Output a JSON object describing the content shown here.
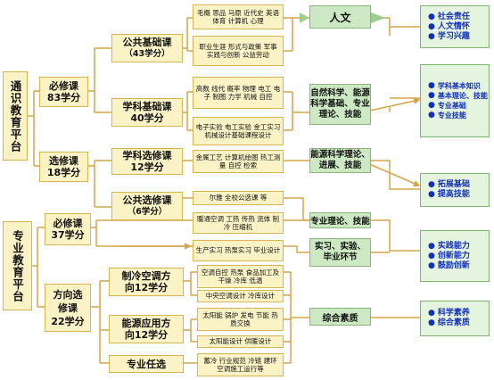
{
  "platforms": {
    "general": "通识教育平台",
    "professional": "专业教育平台"
  },
  "categories": {
    "required": [
      "必修课",
      "83学分"
    ],
    "elective": [
      "选修课",
      "18学分"
    ],
    "prof_required": [
      "必修课",
      "37学分"
    ],
    "direction": [
      "方向选",
      "修课",
      "22学分"
    ]
  },
  "groups": {
    "public_basic": [
      "公共基础课",
      "（43学分）"
    ],
    "subject_basic": [
      "学科基础课",
      "40学分"
    ],
    "subject_elective": [
      "学科选修课",
      "12学分"
    ],
    "public_elective": [
      "公共选修课",
      "（6学分）"
    ],
    "hvac": [
      "制冷空调方",
      "向12学分"
    ],
    "energy": [
      "能源应用方",
      "向12学分"
    ],
    "optional": "专业任选"
  },
  "courses": {
    "c1": "毛概 思品 马原 近代史 英语 体育 计算机 心理",
    "c2": "职业生涯 形式与政策 军事 实践与创新 公益劳动",
    "c3": "高数 线代 概率 物理 电工 电子 制图 力学 机械 自控",
    "c4": "电子实验 电工实验 金工实习 机械设计基础课程设计",
    "c5": "金属工艺 计算机绘图 热工测量 自控 检索",
    "c6": "尔雅 全校公选课 等",
    "c7": "暖通空调 工热 传热 流体 制冷 压缩机",
    "c8": "生产实习 热泵实习 毕业设计",
    "c9": "空调自控 热泵 食品加工及干燥 冷库 低温",
    "c10": "中央空调设计 冷库设计",
    "c11": "太阳能 锅炉 发电 节能 热质交换",
    "c12": "太阳能设计 供暖设计",
    "c13": "蓄冷 行业规范 冷链 建环 空调施工运行等"
  },
  "abilities": {
    "humanities": "人文",
    "sci": [
      "自然科学、能源",
      "科学基础、专业",
      "理论、技能"
    ],
    "energy_sci": [
      "能源科学理论、",
      "进展、技能"
    ],
    "prof_theory": "专业理论、技能",
    "practice": [
      "实习、实验、",
      "毕业环节"
    ],
    "quality": "综合素质"
  },
  "outcomes": {
    "o1": [
      "社会责任",
      "人文情怀",
      "学习兴趣"
    ],
    "o2": [
      "学科基本知识",
      "基本理论、技能",
      "专业基础",
      "专业技能"
    ],
    "o3": [
      "拓展基础",
      "提高技能"
    ],
    "o4": [
      "实践能力",
      "创新能力",
      "鼓励创新"
    ],
    "o5": [
      "科学素养",
      "综合素质"
    ]
  },
  "colors": {
    "line": "#d4a64a",
    "arrow": "#9ccf8e",
    "bullet_text": "#1330b8",
    "yellow_fill": "#fbf3c6",
    "green_fill": "#cde9c3"
  }
}
